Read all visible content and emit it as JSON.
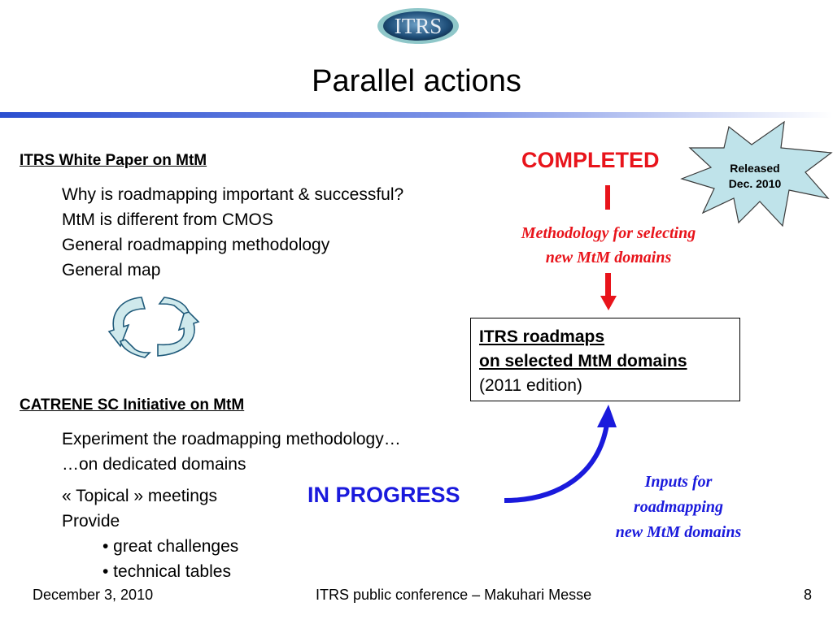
{
  "logo": {
    "text": "ITRS"
  },
  "slide": {
    "title": "Parallel actions",
    "page_number": "8"
  },
  "white_paper": {
    "heading": "ITRS White Paper on MtM",
    "items": [
      "Why is roadmapping important & successful?",
      "MtM is different from CMOS",
      "General roadmapping methodology",
      "General map"
    ]
  },
  "catrene": {
    "heading": "CATRENE SC Initiative on MtM",
    "items": [
      "Experiment the roadmapping methodology…",
      "…on dedicated domains",
      "« Topical » meetings",
      "Provide"
    ],
    "bullets": [
      "• great challenges",
      "• technical tables"
    ]
  },
  "status": {
    "completed": "COMPLETED",
    "in_progress": "IN PROGRESS"
  },
  "starburst": {
    "line1": "Released",
    "line2": "Dec. 2010"
  },
  "methodology": {
    "line1": "Methodology for selecting",
    "line2": "new MtM domains"
  },
  "roadmaps_box": {
    "line1": "ITRS roadmaps",
    "line2": "on selected MtM domains",
    "line3": "(2011 edition)"
  },
  "inputs": {
    "line1": "Inputs for",
    "line2": "roadmapping",
    "line3": "new MtM domains"
  },
  "footer": {
    "date": "December 3, 2010",
    "conference": "ITRS public conference – Makuhari Messe"
  },
  "colors": {
    "completed_red": "#e8141b",
    "in_progress_blue": "#1a1adc",
    "rule_blue": "#2b4fd0",
    "cycle_arrow_fill": "#cfe9ec",
    "starburst_fill": "#bfe3ea"
  }
}
